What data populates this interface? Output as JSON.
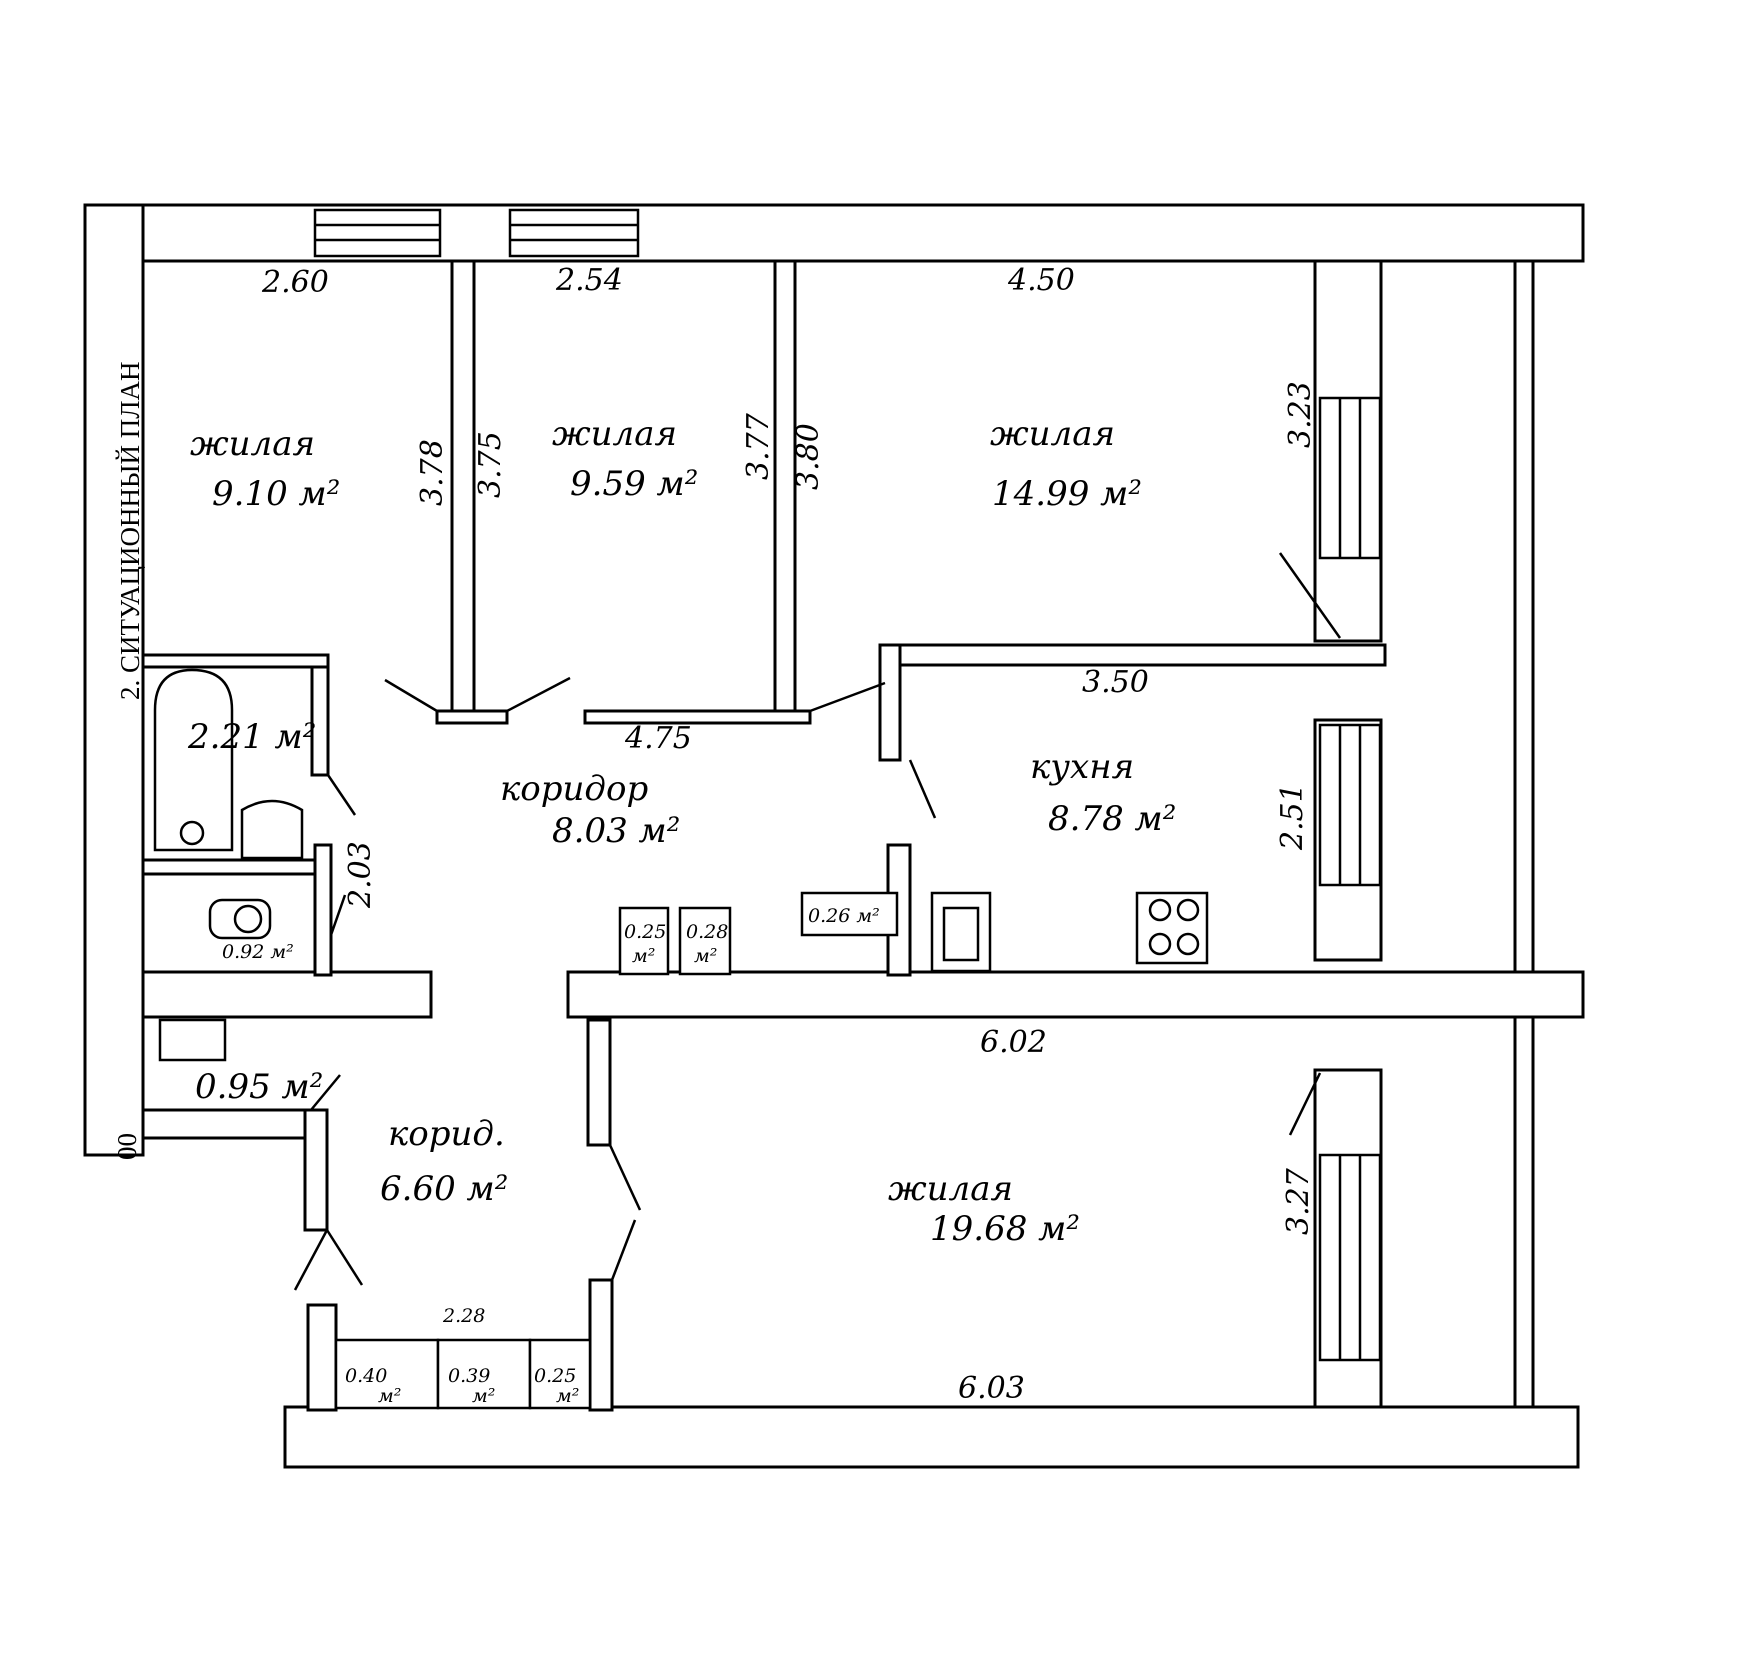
{
  "title": "2. СИТУАЦИОННЫЙ ПЛАН",
  "edge_mark": "00",
  "rooms": {
    "living_1": {
      "name": "жилая",
      "area": "9.10 м²"
    },
    "living_2": {
      "name": "жилая",
      "area": "9.59 м²"
    },
    "living_3": {
      "name": "жилая",
      "area": "14.99 м²"
    },
    "bathroom": {
      "area": "2.21 м²"
    },
    "toilet": {
      "area": "0.92 м²"
    },
    "corridor": {
      "name": "коридор",
      "area": "8.03 м²"
    },
    "kitchen": {
      "name": "кухня",
      "area": "8.78 м²"
    },
    "storage": {
      "area": "0.95 м²"
    },
    "corridor_2": {
      "name": "корид.",
      "area": "6.60 м²"
    },
    "living_4": {
      "name": "жилая",
      "area": "19.68 м²"
    },
    "closets": [
      {
        "label": "0.25",
        "unit": "м²"
      },
      {
        "label": "0.28",
        "unit": "м²"
      },
      {
        "label": "0.26 м²",
        "unit": ""
      },
      {
        "label": "0.40",
        "unit": "м²"
      },
      {
        "label": "0.39",
        "unit": "м²"
      },
      {
        "label": "0.25",
        "unit": "м²"
      }
    ]
  },
  "dimensions": {
    "w_living_1": "2.60",
    "w_living_2": "2.54",
    "w_living_3": "4.50",
    "h_living_1": "3.78",
    "h_living_2a": "3.75",
    "h_living_2b": "3.77",
    "h_living_3a": "3.80",
    "h_living_3b": "3.23",
    "w_corridor": "4.75",
    "w_kitchen": "3.50",
    "h_kitchen": "2.51",
    "h_toilet": "2.03",
    "w_living_4_top": "6.02",
    "w_living_4_bottom": "6.03",
    "h_living_4": "3.27",
    "w_closets": "2.28"
  }
}
